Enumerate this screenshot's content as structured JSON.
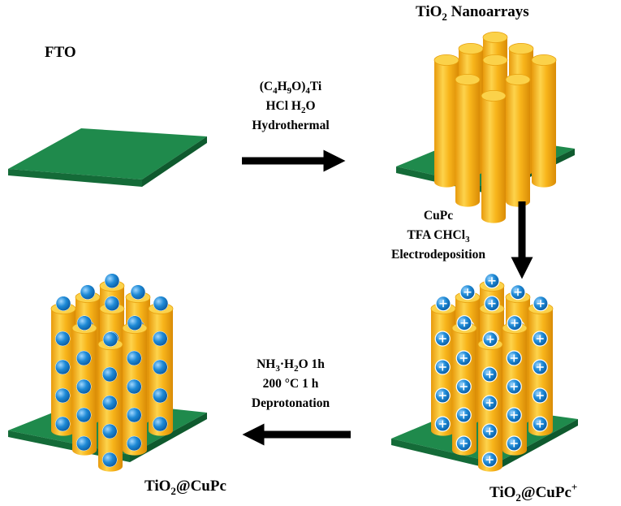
{
  "labels": {
    "fto": "FTO",
    "tio2_nanoarrays": {
      "base": "TiO",
      "sub": "2",
      "rest": " Nanoarrays"
    },
    "tio2_cupc": {
      "base": "TiO",
      "sub": "2",
      "rest": "@CuPc"
    },
    "tio2_cupc_plus": {
      "base": "TiO",
      "sub": "2",
      "rest": "@CuPc",
      "sup": "+"
    }
  },
  "steps": {
    "hydrothermal": {
      "line1": {
        "a": "(C",
        "s1": "4",
        "b": "H",
        "s2": "9",
        "c": "O)",
        "s3": "4",
        "d": "Ti"
      },
      "line2": {
        "a": "HCl H",
        "s1": "2",
        "b": "O"
      },
      "line3": "Hydrothermal"
    },
    "electrodeposition": {
      "line1": "CuPc",
      "line2": {
        "a": "TFA CHCl",
        "s1": "3"
      },
      "line3": "Electrodeposition"
    },
    "deprotonation": {
      "line1": {
        "a": "NH",
        "s1": "3",
        "b": "·H",
        "s2": "2",
        "c": "O  1h"
      },
      "line2": "200 °C   1 h",
      "line3": "Deprotonation"
    }
  },
  "colors": {
    "substrate": "#1f8a4c",
    "substrate_side": "#146b38",
    "nanorod": "#f7b51a",
    "nanorod_top": "#fbd24a",
    "cupc_particle": "#1e8ad6",
    "arrow": "#000000"
  }
}
